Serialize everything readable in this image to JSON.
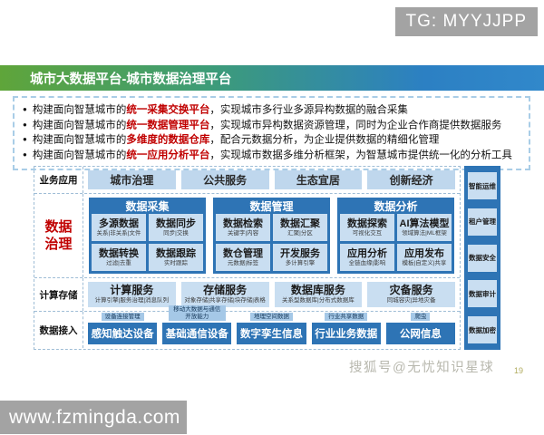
{
  "watermarks": {
    "tg": "TG: MYYJJPP",
    "sohu": "搜狐号@无忧知识星球",
    "page_number": "19",
    "site": "www.fzmingda.com"
  },
  "title": "城市大数据平台-城市数据治理平台",
  "bullets": [
    {
      "prefix": "构建面向智慧城市的",
      "highlight": "统一采集交换平台",
      "suffix": "，实现城市多行业多源异构数据的融合采集"
    },
    {
      "prefix": "构建面向智慧城市的",
      "highlight": "统一数据管理平台",
      "suffix": "，实现城市异构数据资源管理，同时为企业合作商提供数据服务"
    },
    {
      "prefix": "构建面向智慧城市的",
      "highlight": "多维度的数据仓库",
      "suffix": "，配合元数据分析，为企业提供数据的精细化管理"
    },
    {
      "prefix": "构建面向智慧城市的",
      "highlight": "统一应用分析平台",
      "suffix": "，实现城市数据多维分析框架，为智慧城市提供统一化的分析工具"
    }
  ],
  "diagram": {
    "rows": {
      "business": {
        "label": "业务应用",
        "items": [
          "城市治理",
          "公共服务",
          "生态宜居",
          "创新经济"
        ]
      },
      "governance": {
        "label": "数据治理",
        "groups": [
          {
            "title": "数据采集",
            "cells": [
              {
                "title": "多源数据",
                "sub": "关系|非关系|文件"
              },
              {
                "title": "数据同步",
                "sub": "同步|交换"
              },
              {
                "title": "数据转换",
                "sub": "过滤|去重"
              },
              {
                "title": "数据跟踪",
                "sub": "实时跟踪"
              }
            ]
          },
          {
            "title": "数据管理",
            "cells": [
              {
                "title": "数据检索",
                "sub": "关键字|内容"
              },
              {
                "title": "数据汇聚",
                "sub": "汇聚|分区"
              },
              {
                "title": "数仓管理",
                "sub": "元数据|标签"
              },
              {
                "title": "开发服务",
                "sub": "多计算引擎"
              }
            ]
          },
          {
            "title": "数据分析",
            "cells": [
              {
                "title": "数据探索",
                "sub": "可视化交互"
              },
              {
                "title": "AI算法模型",
                "sub": "领域算法|ML框架"
              },
              {
                "title": "应用分析",
                "sub": "全链血缘|影响"
              },
              {
                "title": "应用发布",
                "sub": "模板|自定义|共享"
              }
            ]
          }
        ]
      },
      "compute": {
        "label": "计算存储",
        "items": [
          {
            "title": "计算服务",
            "sub": "计算引擎|服务治理|消息队列"
          },
          {
            "title": "存储服务",
            "sub": "对象存储|共享存储|块存储|表格"
          },
          {
            "title": "数据库服务",
            "sub": "关系型数据库|分布式数据库"
          },
          {
            "title": "灾备服务",
            "sub": "同城容灾|异地灾备"
          }
        ]
      },
      "access": {
        "label": "数据接入",
        "items": [
          {
            "tag": "设备连接管理",
            "title": "感知触达设备"
          },
          {
            "tag": "移动大数据与通信开放能力",
            "title": "基础通信设备"
          },
          {
            "tag": "地理空间数据",
            "title": "数字孪生信息"
          },
          {
            "tag": "行业共享数据",
            "title": "行业业务数据"
          },
          {
            "tag": "爬虫",
            "title": "公网信息"
          }
        ]
      }
    },
    "sidebar": [
      "智能运维",
      "租户管理",
      "数据安全",
      "数据审计",
      "数据加密"
    ]
  },
  "colors": {
    "accent_blue": "#2e74b5",
    "light_blue_cell": "#c9def1",
    "highlight_red": "#c00000",
    "title_gradient_left": "#5fa53a",
    "title_gradient_right": "#2c80c3",
    "watermark_gray": "#a3a3a3"
  }
}
